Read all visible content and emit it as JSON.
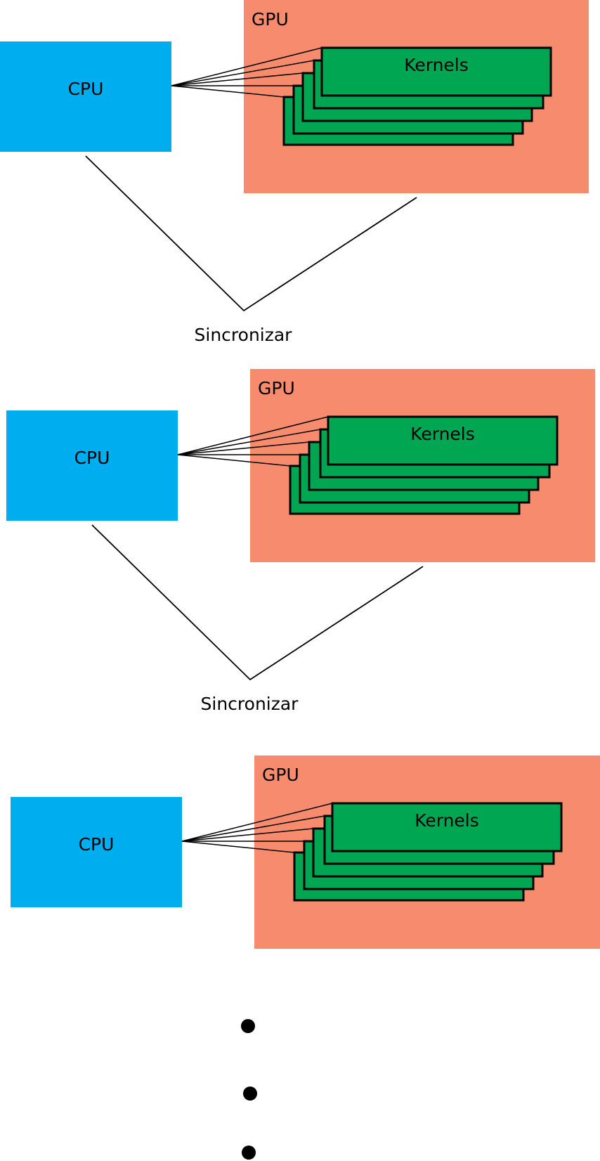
{
  "colors": {
    "cpu_fill": "#00AEEF",
    "gpu_fill": "#F68B6E",
    "kernel_fill": "#00A651",
    "line": "#000000",
    "background": "#FFFFFF"
  },
  "stages": [
    {
      "cpu_label": "CPU",
      "gpu_label": "GPU",
      "kernels_label": "Kernels",
      "kernel_stack_count": 5,
      "sync_label": "Sincronizar"
    },
    {
      "cpu_label": "CPU",
      "gpu_label": "GPU",
      "kernels_label": "Kernels",
      "kernel_stack_count": 5,
      "sync_label": "Sincronizar"
    },
    {
      "cpu_label": "CPU",
      "gpu_label": "GPU",
      "kernels_label": "Kernels",
      "kernel_stack_count": 5
    }
  ],
  "continuation": {
    "dot_count": 3
  }
}
